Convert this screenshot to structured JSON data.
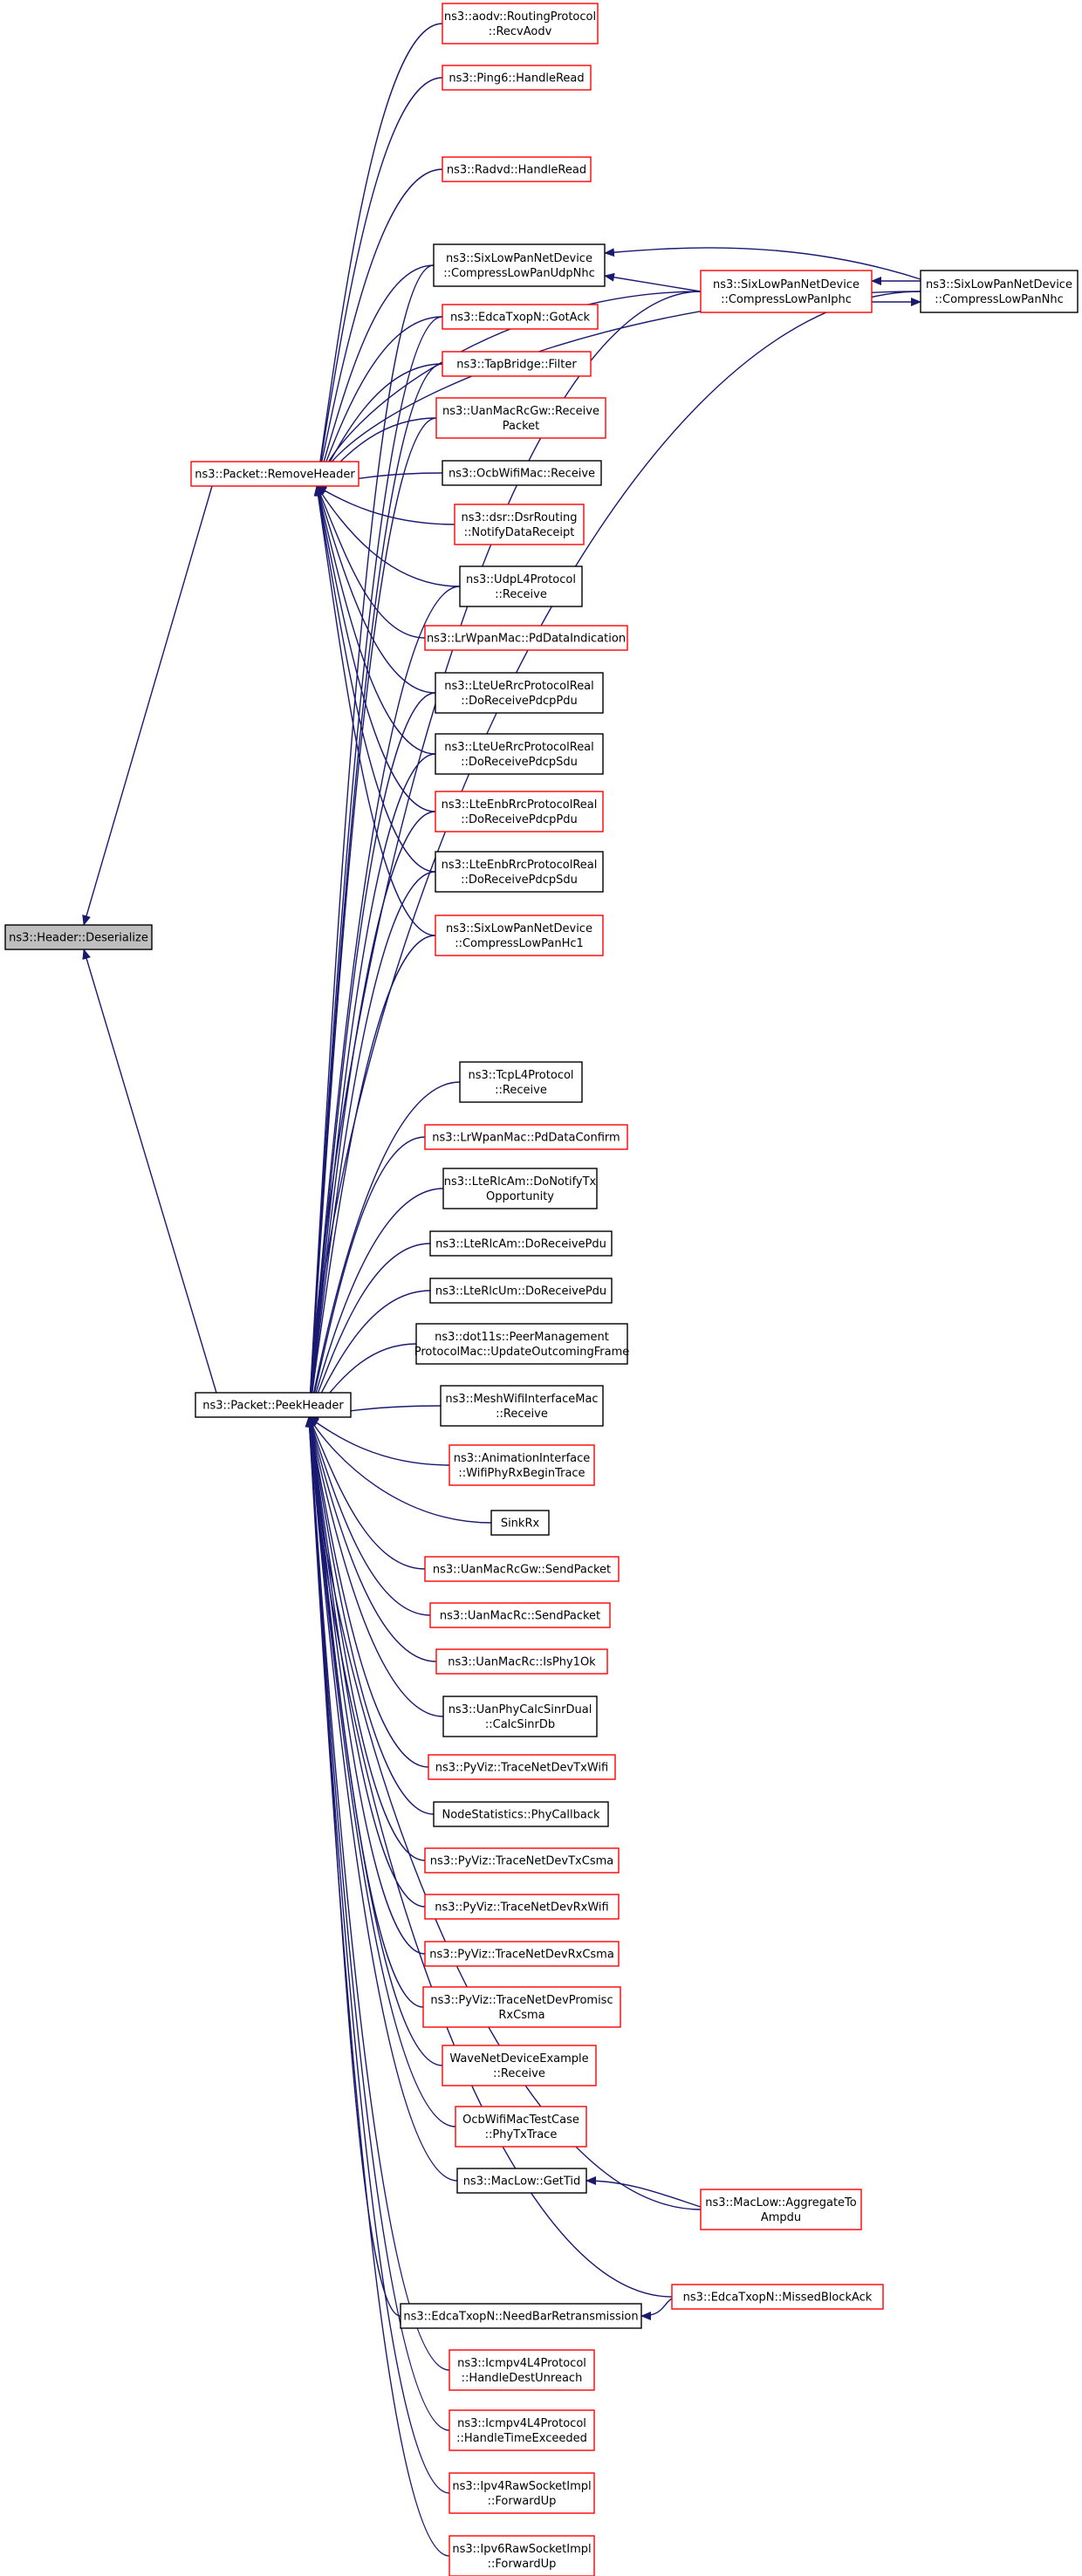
{
  "graph": {
    "colors": {
      "edge": "#191970",
      "root_fill": "#bfbfbf",
      "black_border": "#000000",
      "red_border": "#ff0000",
      "node_fill": "#ffffff"
    },
    "nodes": [
      {
        "id": "hdr",
        "lines": [
          "ns3::Header::Deserialize"
        ],
        "style": "root"
      },
      {
        "id": "rh",
        "lines": [
          "ns3::Packet::RemoveHeader"
        ],
        "style": "red"
      },
      {
        "id": "ph",
        "lines": [
          "ns3::Packet::PeekHeader"
        ],
        "style": "black"
      },
      {
        "id": "aodv",
        "lines": [
          "ns3::aodv::RoutingProtocol",
          "::RecvAodv"
        ],
        "style": "red"
      },
      {
        "id": "ping6",
        "lines": [
          "ns3::Ping6::HandleRead"
        ],
        "style": "red"
      },
      {
        "id": "radvd",
        "lines": [
          "ns3::Radvd::HandleRead"
        ],
        "style": "red"
      },
      {
        "id": "udpnhc",
        "lines": [
          "ns3::SixLowPanNetDevice",
          "::CompressLowPanUdpNhc"
        ],
        "style": "black"
      },
      {
        "id": "iphc",
        "lines": [
          "ns3::SixLowPanNetDevice",
          "::CompressLowPanIphc"
        ],
        "style": "red"
      },
      {
        "id": "nhc",
        "lines": [
          "ns3::SixLowPanNetDevice",
          "::CompressLowPanNhc"
        ],
        "style": "black"
      },
      {
        "id": "gotack",
        "lines": [
          "ns3::EdcaTxopN::GotAck"
        ],
        "style": "red"
      },
      {
        "id": "tapfilter",
        "lines": [
          "ns3::TapBridge::Filter"
        ],
        "style": "red"
      },
      {
        "id": "uangwrecv",
        "lines": [
          "ns3::UanMacRcGw::Receive",
          "Packet"
        ],
        "style": "red"
      },
      {
        "id": "ocbrecv",
        "lines": [
          "ns3::OcbWifiMac::Receive"
        ],
        "style": "black"
      },
      {
        "id": "dsr",
        "lines": [
          "ns3::dsr::DsrRouting",
          "::NotifyDataReceipt"
        ],
        "style": "red"
      },
      {
        "id": "udpl4",
        "lines": [
          "ns3::UdpL4Protocol",
          "::Receive"
        ],
        "style": "black"
      },
      {
        "id": "pddataind",
        "lines": [
          "ns3::LrWpanMac::PdDataIndication"
        ],
        "style": "red"
      },
      {
        "id": "ueRrcPdcpPdu",
        "lines": [
          "ns3::LteUeRrcProtocolReal",
          "::DoReceivePdcpPdu"
        ],
        "style": "black"
      },
      {
        "id": "ueRrcPdcpSdu",
        "lines": [
          "ns3::LteUeRrcProtocolReal",
          "::DoReceivePdcpSdu"
        ],
        "style": "black"
      },
      {
        "id": "enbRrcPdcpPdu",
        "lines": [
          "ns3::LteEnbRrcProtocolReal",
          "::DoReceivePdcpPdu"
        ],
        "style": "red"
      },
      {
        "id": "enbRrcPdcpSdu",
        "lines": [
          "ns3::LteEnbRrcProtocolReal",
          "::DoReceivePdcpSdu"
        ],
        "style": "black"
      },
      {
        "id": "hc1",
        "lines": [
          "ns3::SixLowPanNetDevice",
          "::CompressLowPanHc1"
        ],
        "style": "red"
      },
      {
        "id": "tcpl4",
        "lines": [
          "ns3::TcpL4Protocol",
          "::Receive"
        ],
        "style": "black"
      },
      {
        "id": "pddataconf",
        "lines": [
          "ns3::LrWpanMac::PdDataConfirm"
        ],
        "style": "red"
      },
      {
        "id": "rlcamtx",
        "lines": [
          "ns3::LteRlcAm::DoNotifyTx",
          "Opportunity"
        ],
        "style": "black"
      },
      {
        "id": "rlcampdu",
        "lines": [
          "ns3::LteRlcAm::DoReceivePdu"
        ],
        "style": "black"
      },
      {
        "id": "rlcumpdu",
        "lines": [
          "ns3::LteRlcUm::DoReceivePdu"
        ],
        "style": "black"
      },
      {
        "id": "peermgmt",
        "lines": [
          "ns3::dot11s::PeerManagement",
          "ProtocolMac::UpdateOutcomingFrame"
        ],
        "style": "black"
      },
      {
        "id": "meshrecv",
        "lines": [
          "ns3::MeshWifiInterfaceMac",
          "::Receive"
        ],
        "style": "black"
      },
      {
        "id": "animrx",
        "lines": [
          "ns3::AnimationInterface",
          "::WifiPhyRxBeginTrace"
        ],
        "style": "red"
      },
      {
        "id": "sinkrx",
        "lines": [
          "SinkRx"
        ],
        "style": "black"
      },
      {
        "id": "uangwsend",
        "lines": [
          "ns3::UanMacRcGw::SendPacket"
        ],
        "style": "red"
      },
      {
        "id": "uanrcsend",
        "lines": [
          "ns3::UanMacRc::SendPacket"
        ],
        "style": "red"
      },
      {
        "id": "uanphy1ok",
        "lines": [
          "ns3::UanMacRc::IsPhy1Ok"
        ],
        "style": "red"
      },
      {
        "id": "uansinr",
        "lines": [
          "ns3::UanPhyCalcSinrDual",
          "::CalcSinrDb"
        ],
        "style": "black"
      },
      {
        "id": "pytxwifi",
        "lines": [
          "ns3::PyViz::TraceNetDevTxWifi"
        ],
        "style": "red"
      },
      {
        "id": "nodestats",
        "lines": [
          "NodeStatistics::PhyCallback"
        ],
        "style": "black"
      },
      {
        "id": "pytxcsma",
        "lines": [
          "ns3::PyViz::TraceNetDevTxCsma"
        ],
        "style": "red"
      },
      {
        "id": "pyrxwifi",
        "lines": [
          "ns3::PyViz::TraceNetDevRxWifi"
        ],
        "style": "red"
      },
      {
        "id": "pyrxcsma",
        "lines": [
          "ns3::PyViz::TraceNetDevRxCsma"
        ],
        "style": "red"
      },
      {
        "id": "pypromisc",
        "lines": [
          "ns3::PyViz::TraceNetDevPromisc",
          "RxCsma"
        ],
        "style": "red"
      },
      {
        "id": "waverecv",
        "lines": [
          "WaveNetDeviceExample",
          "::Receive"
        ],
        "style": "red"
      },
      {
        "id": "ocbtest",
        "lines": [
          "OcbWifiMacTestCase",
          "::PhyTxTrace"
        ],
        "style": "red"
      },
      {
        "id": "gettid",
        "lines": [
          "ns3::MacLow::GetTid"
        ],
        "style": "black"
      },
      {
        "id": "aggampdu",
        "lines": [
          "ns3::MacLow::AggregateTo",
          "Ampdu"
        ],
        "style": "red"
      },
      {
        "id": "missedblock",
        "lines": [
          "ns3::EdcaTxopN::MissedBlockAck"
        ],
        "style": "red"
      },
      {
        "id": "needbar",
        "lines": [
          "ns3::EdcaTxopN::NeedBarRetransmission"
        ],
        "style": "black"
      },
      {
        "id": "icmpunreach",
        "lines": [
          "ns3::Icmpv4L4Protocol",
          "::HandleDestUnreach"
        ],
        "style": "red"
      },
      {
        "id": "icmptime",
        "lines": [
          "ns3::Icmpv4L4Protocol",
          "::HandleTimeExceeded"
        ],
        "style": "red"
      },
      {
        "id": "ipv4fwd",
        "lines": [
          "ns3::Ipv4RawSocketImpl",
          "::ForwardUp"
        ],
        "style": "red"
      },
      {
        "id": "ipv6fwd",
        "lines": [
          "ns3::Ipv6RawSocketImpl",
          "::ForwardUp"
        ],
        "style": "red"
      }
    ],
    "edges": [
      [
        "rh",
        "hdr"
      ],
      [
        "ph",
        "hdr"
      ],
      [
        "aodv",
        "rh"
      ],
      [
        "ping6",
        "rh"
      ],
      [
        "radvd",
        "rh"
      ],
      [
        "udpnhc",
        "rh"
      ],
      [
        "iphc",
        "rh"
      ],
      [
        "nhc",
        "rh"
      ],
      [
        "gotack",
        "rh"
      ],
      [
        "tapfilter",
        "rh"
      ],
      [
        "uangwrecv",
        "rh"
      ],
      [
        "ocbrecv",
        "rh"
      ],
      [
        "dsr",
        "rh"
      ],
      [
        "udpl4",
        "rh"
      ],
      [
        "pddataind",
        "rh"
      ],
      [
        "ueRrcPdcpPdu",
        "rh"
      ],
      [
        "ueRrcPdcpSdu",
        "rh"
      ],
      [
        "enbRrcPdcpPdu",
        "rh"
      ],
      [
        "enbRrcPdcpSdu",
        "rh"
      ],
      [
        "hc1",
        "rh"
      ],
      [
        "iphc",
        "udpnhc"
      ],
      [
        "nhc",
        "udpnhc"
      ],
      [
        "nhc",
        "iphc"
      ],
      [
        "iphc",
        "nhc"
      ],
      [
        "udpnhc",
        "ph"
      ],
      [
        "gotack",
        "ph"
      ],
      [
        "tapfilter",
        "ph"
      ],
      [
        "uangwrecv",
        "ph"
      ],
      [
        "udpl4",
        "ph"
      ],
      [
        "ueRrcPdcpPdu",
        "ph"
      ],
      [
        "ueRrcPdcpSdu",
        "ph"
      ],
      [
        "enbRrcPdcpPdu",
        "ph"
      ],
      [
        "enbRrcPdcpSdu",
        "ph"
      ],
      [
        "hc1",
        "ph"
      ],
      [
        "iphc",
        "ph"
      ],
      [
        "nhc",
        "ph"
      ],
      [
        "tcpl4",
        "ph"
      ],
      [
        "pddataconf",
        "ph"
      ],
      [
        "rlcamtx",
        "ph"
      ],
      [
        "rlcampdu",
        "ph"
      ],
      [
        "rlcumpdu",
        "ph"
      ],
      [
        "peermgmt",
        "ph"
      ],
      [
        "meshrecv",
        "ph"
      ],
      [
        "animrx",
        "ph"
      ],
      [
        "sinkrx",
        "ph"
      ],
      [
        "uangwsend",
        "ph"
      ],
      [
        "uanrcsend",
        "ph"
      ],
      [
        "uanphy1ok",
        "ph"
      ],
      [
        "uansinr",
        "ph"
      ],
      [
        "pytxwifi",
        "ph"
      ],
      [
        "nodestats",
        "ph"
      ],
      [
        "pytxcsma",
        "ph"
      ],
      [
        "pyrxwifi",
        "ph"
      ],
      [
        "pyrxcsma",
        "ph"
      ],
      [
        "pypromisc",
        "ph"
      ],
      [
        "waverecv",
        "ph"
      ],
      [
        "ocbtest",
        "ph"
      ],
      [
        "gettid",
        "ph"
      ],
      [
        "aggampdu",
        "ph"
      ],
      [
        "missedblock",
        "ph"
      ],
      [
        "needbar",
        "ph"
      ],
      [
        "icmpunreach",
        "ph"
      ],
      [
        "icmptime",
        "ph"
      ],
      [
        "ipv4fwd",
        "ph"
      ],
      [
        "ipv6fwd",
        "ph"
      ],
      [
        "aggampdu",
        "gettid"
      ],
      [
        "missedblock",
        "needbar"
      ]
    ]
  }
}
